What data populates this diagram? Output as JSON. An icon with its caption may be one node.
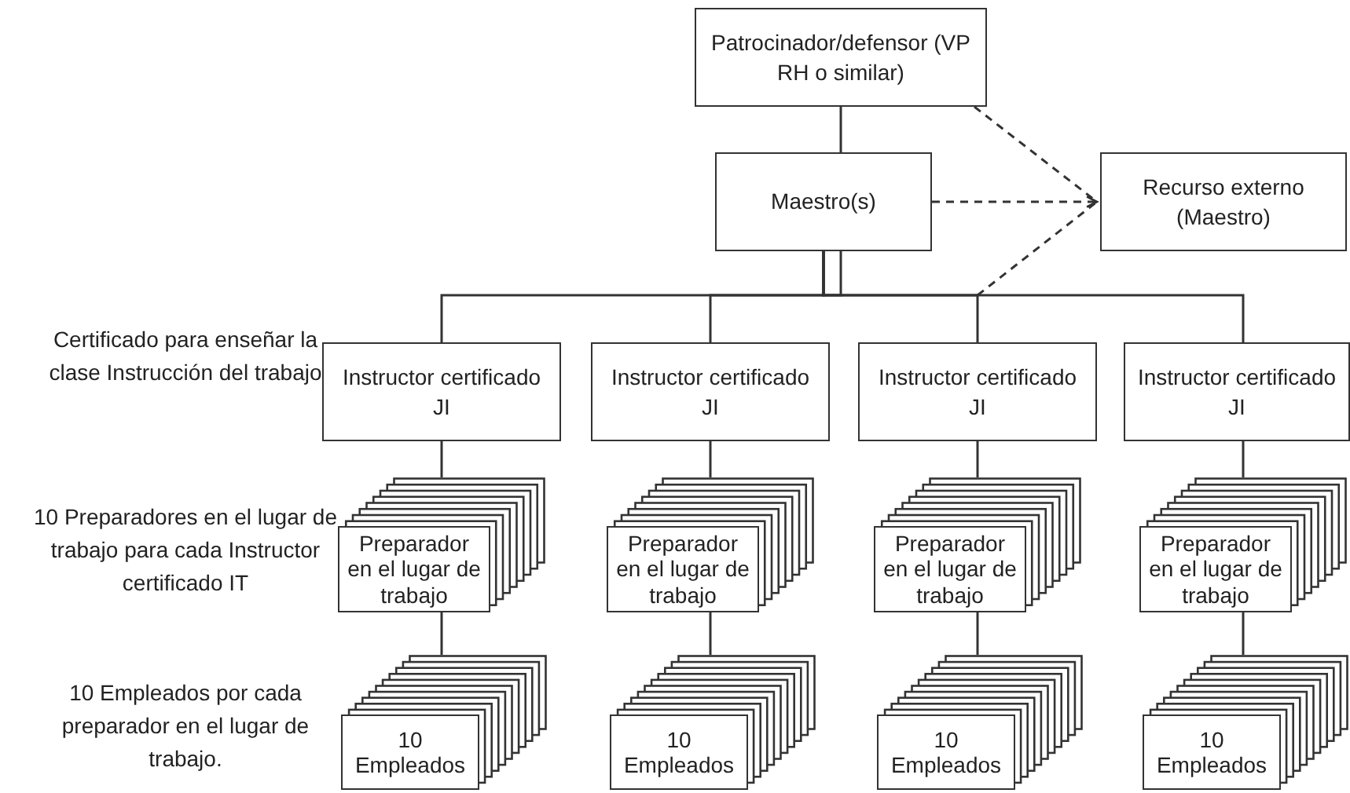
{
  "diagram": {
    "nodes": [
      {
        "text": [
          "Patrocinador/defensor (VP RH o similar)"
        ]
      },
      {
        "text": [
          "Maestro(s)"
        ]
      },
      {
        "text": [
          "Recurso externo (Maestro)"
        ]
      },
      {
        "text": [
          "Instructor certificado JI"
        ]
      },
      {
        "text": [
          "Instructor certificado JI"
        ]
      },
      {
        "text": [
          "Instructor certificado JI"
        ]
      },
      {
        "text": [
          "Instructor certificado JI"
        ]
      },
      {
        "text": [
          "Preparador en el lugar de trabajo"
        ]
      },
      {
        "text": [
          "Preparador en el lugar de trabajo"
        ]
      },
      {
        "text": [
          "Preparador en el lugar de trabajo"
        ]
      },
      {
        "text": [
          "Preparador en el lugar de trabajo"
        ]
      },
      {
        "text": [
          "10 Empleados"
        ]
      },
      {
        "text": [
          "10 Empleados"
        ]
      },
      {
        "text": [
          "10 Empleados"
        ]
      },
      {
        "text": [
          "10 Empleados"
        ]
      }
    ],
    "edges": [
      {
        "from": 0,
        "to": 1,
        "arrow": "none"
      },
      {
        "from": 1,
        "to": 3,
        "arrow": "none"
      },
      {
        "from": 1,
        "to": 4,
        "arrow": "none"
      },
      {
        "from": 1,
        "to": 5,
        "arrow": "none"
      },
      {
        "from": 1,
        "to": 6,
        "arrow": "none"
      },
      {
        "from": 3,
        "to": 7,
        "arrow": "none"
      },
      {
        "from": 4,
        "to": 8,
        "arrow": "none"
      },
      {
        "from": 5,
        "to": 9,
        "arrow": "none"
      },
      {
        "from": 6,
        "to": 10,
        "arrow": "none"
      },
      {
        "from": 7,
        "to": 11,
        "arrow": "none"
      },
      {
        "from": 8,
        "to": 12,
        "arrow": "none"
      },
      {
        "from": 9,
        "to": 13,
        "arrow": "none"
      },
      {
        "from": 10,
        "to": 14,
        "arrow": "none"
      },
      {
        "from": 0,
        "to": 2,
        "arrow": "to",
        "style": "dashed"
      },
      {
        "from": 1,
        "to": 2,
        "arrow": "to",
        "style": "dashed"
      },
      {
        "from": 5,
        "to": 2,
        "arrow": "to",
        "style": "dashed"
      }
    ],
    "labels": [
      "Certificado para enseñar la clase Instrucción del trabajo",
      "10 Preparadores en el lugar de trabajo para cada Instructor certificado IT",
      "10 Empleados por cada preparador en el lugar de trabajo."
    ]
  }
}
